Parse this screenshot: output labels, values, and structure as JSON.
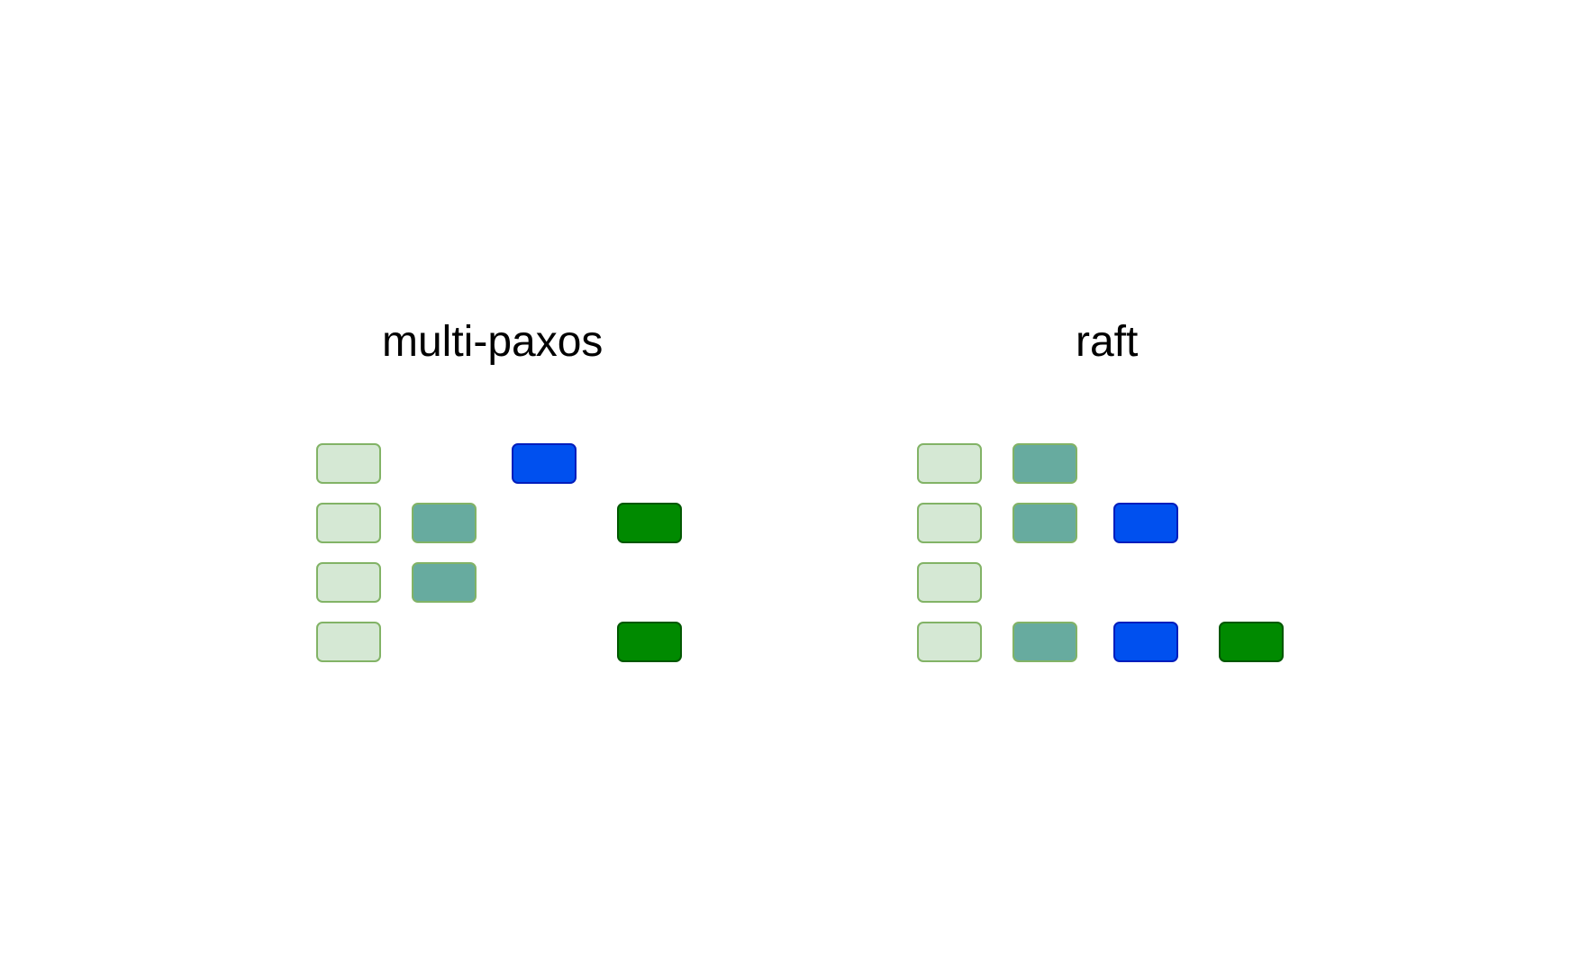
{
  "colors": {
    "light": {
      "fill": "#d5e8d4",
      "stroke": "#82b366"
    },
    "teal": {
      "fill": "#67ab9f",
      "stroke": "#82b366"
    },
    "blue": {
      "fill": "#0050ef",
      "stroke": "#001dbc"
    },
    "green": {
      "fill": "#008a00",
      "stroke": "#005700"
    }
  },
  "panels": [
    {
      "title": "multi-paxos",
      "rows": [
        [
          "light",
          null,
          "blue",
          null
        ],
        [
          "light",
          "teal",
          null,
          "green"
        ],
        [
          "light",
          "teal",
          null,
          null
        ],
        [
          "light",
          null,
          null,
          "green"
        ]
      ]
    },
    {
      "title": "raft",
      "rows": [
        [
          "light",
          "teal",
          null,
          null
        ],
        [
          "light",
          "teal",
          "blue",
          null
        ],
        [
          "light",
          null,
          null,
          null
        ],
        [
          "light",
          "teal",
          "blue",
          "green"
        ]
      ]
    }
  ]
}
